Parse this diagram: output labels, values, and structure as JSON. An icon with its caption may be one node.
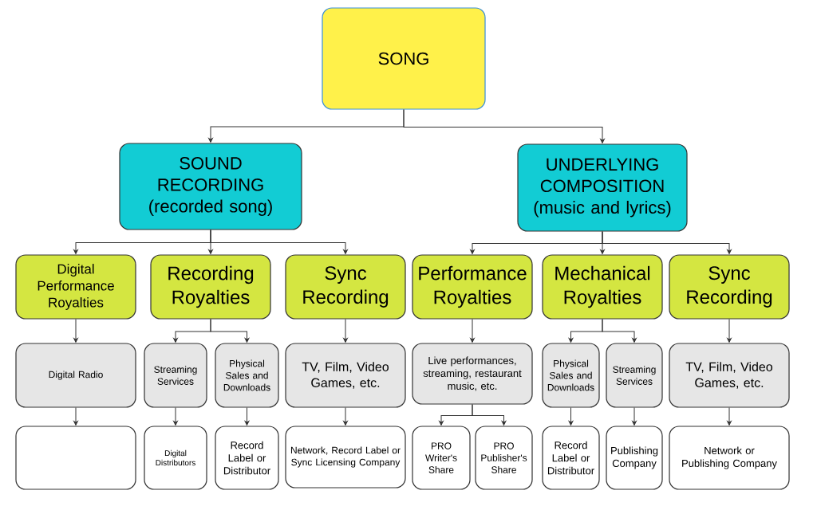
{
  "diagram": {
    "nodes": [
      {
        "text": [
          "SONG"
        ]
      },
      {
        "text": [
          "SOUND RECORDING (recorded song)"
        ]
      },
      {
        "text": [
          "UNDERLYING COMPOSITION (music and lyrics)"
        ]
      },
      {
        "text": [
          "Digital Performance Royalties"
        ]
      },
      {
        "text": [
          "Recording Royalties"
        ]
      },
      {
        "text": [
          "Sync Recording"
        ]
      },
      {
        "text": [
          "Performance Royalties"
        ]
      },
      {
        "text": [
          "Mechanical Royalties"
        ]
      },
      {
        "text": [
          "Sync Recording"
        ]
      },
      {
        "text": [
          "Digital Radio"
        ]
      },
      {
        "text": [
          "Streaming Services"
        ]
      },
      {
        "text": [
          "Physical Sales and Downloads"
        ]
      },
      {
        "text": [
          "TV, Film, Video Games, etc."
        ]
      },
      {
        "text": [
          "Live performances, streaming, restaurant music, etc."
        ]
      },
      {
        "text": [
          "Physical Sales and Downloads"
        ]
      },
      {
        "text": [
          "Streaming Services"
        ]
      },
      {
        "text": [
          "TV, Film, Video Games, etc."
        ]
      },
      {
        "text": [],
        "shape": "box"
      },
      {
        "text": [
          "Digital Distributors"
        ]
      },
      {
        "text": [
          "Record Label or Distributor"
        ]
      },
      {
        "text": [
          "Network, Record Label or Sync Licensing Company"
        ]
      },
      {
        "text": [
          "PRO Writer's Share"
        ]
      },
      {
        "text": [
          "PRO Publisher's Share"
        ]
      },
      {
        "text": [
          "Record Label or Distributor"
        ]
      },
      {
        "text": [
          "Publishing Company"
        ]
      },
      {
        "text": [
          "Network or Publishing Company"
        ]
      }
    ],
    "edges": [
      {
        "from": 0,
        "to": 1,
        "arrow": "to"
      },
      {
        "from": 0,
        "to": 2,
        "arrow": "to"
      },
      {
        "from": 1,
        "to": 3,
        "arrow": "to"
      },
      {
        "from": 1,
        "to": 4,
        "arrow": "to"
      },
      {
        "from": 1,
        "to": 5,
        "arrow": "to"
      },
      {
        "from": 2,
        "to": 6,
        "arrow": "to"
      },
      {
        "from": 2,
        "to": 7,
        "arrow": "to"
      },
      {
        "from": 2,
        "to": 8,
        "arrow": "to"
      },
      {
        "from": 3,
        "to": 9,
        "arrow": "to"
      },
      {
        "from": 4,
        "to": 10,
        "arrow": "to"
      },
      {
        "from": 4,
        "to": 11,
        "arrow": "to"
      },
      {
        "from": 5,
        "to": 12,
        "arrow": "to"
      },
      {
        "from": 6,
        "to": 13,
        "arrow": "to"
      },
      {
        "from": 7,
        "to": 14,
        "arrow": "to"
      },
      {
        "from": 7,
        "to": 15,
        "arrow": "to"
      },
      {
        "from": 8,
        "to": 16,
        "arrow": "to"
      },
      {
        "from": 9,
        "to": 17,
        "arrow": "to"
      },
      {
        "from": 10,
        "to": 18,
        "arrow": "to"
      },
      {
        "from": 11,
        "to": 19,
        "arrow": "to"
      },
      {
        "from": 12,
        "to": 20,
        "arrow": "to"
      },
      {
        "from": 13,
        "to": 21,
        "arrow": "to"
      },
      {
        "from": 13,
        "to": 22,
        "arrow": "to"
      },
      {
        "from": 14,
        "to": 23,
        "arrow": "to"
      },
      {
        "from": 15,
        "to": 24,
        "arrow": "to"
      },
      {
        "from": 16,
        "to": 25,
        "arrow": "to"
      }
    ]
  }
}
